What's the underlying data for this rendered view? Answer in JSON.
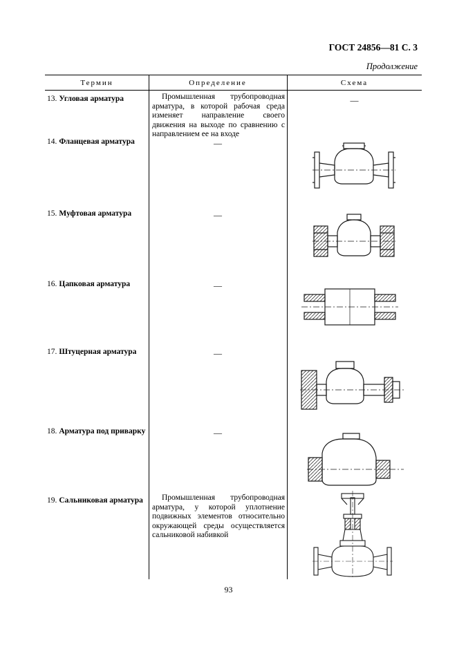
{
  "page": {
    "doc_ref": "ГОСТ 24856—81 С. 3",
    "continuation": "Продолжение",
    "page_number": "93"
  },
  "table": {
    "headers": {
      "term": "Термин",
      "definition": "Определение",
      "schema": "Схема"
    },
    "rows": [
      {
        "number": "13.",
        "term": "Угловая арматура",
        "definition": "Промышленная трубопроводная арматура, в которой рабочая среда изменяет направление своего движения на выходе по сравнению с направлением ее на входе",
        "schema": "—",
        "diagram": null
      },
      {
        "number": "14.",
        "term": "Фланцевая арматура",
        "definition": "—",
        "diagram": "flanged-valve-diagram"
      },
      {
        "number": "15.",
        "term": "Муфтовая арматура",
        "definition": "—",
        "diagram": "coupling-valve-diagram"
      },
      {
        "number": "16.",
        "term": "Цапковая арматура",
        "definition": "—",
        "diagram": "spigot-end-valve-diagram"
      },
      {
        "number": "17.",
        "term": "Штуцерная арматура",
        "definition": "—",
        "diagram": "union-end-valve-diagram"
      },
      {
        "number": "18.",
        "term": "Арматура под приварку",
        "definition": "—",
        "diagram": "weld-end-valve-diagram"
      },
      {
        "number": "19.",
        "term": "Сальниковая арматура",
        "definition": "Промышленная трубопроводная арматура, у которой уплотнение подвижных элементов относительно окружающей среды осуществляется сальниковой набивкой",
        "diagram": "gland-valve-diagram"
      }
    ]
  }
}
